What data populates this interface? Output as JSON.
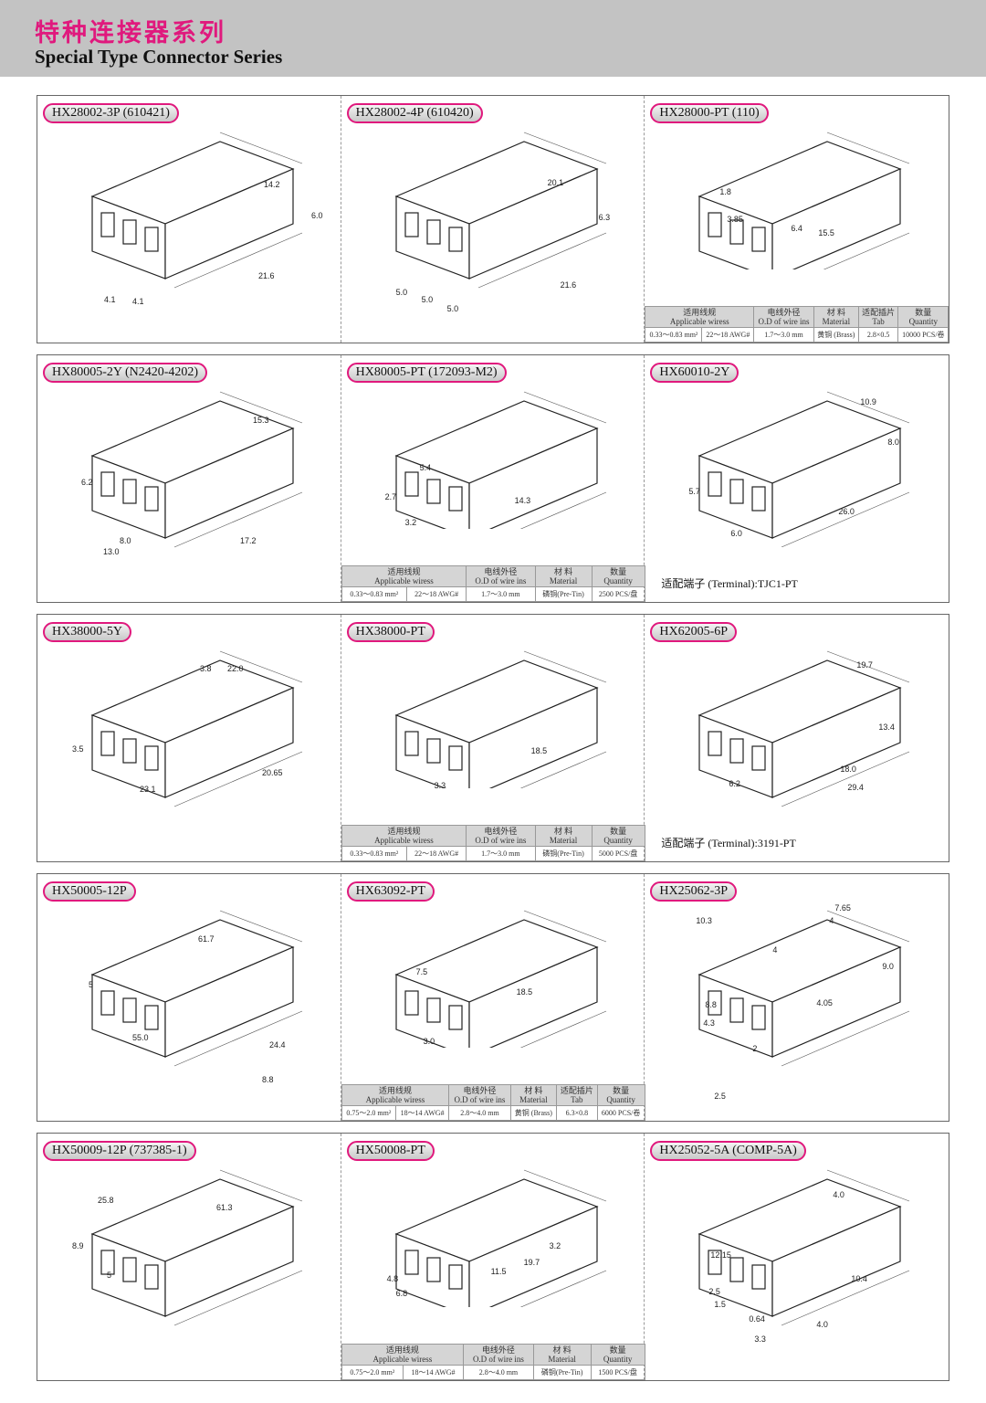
{
  "header": {
    "title_cn": "特种连接器系列",
    "title_en": "Special Type Connector Series"
  },
  "table_headers": {
    "wires_cn": "适用线规",
    "wires_en": "Applicable wiress",
    "od_cn": "电线外径",
    "od_en": "O.D of wire ins",
    "mat_cn": "材 料",
    "mat_en": "Material",
    "tab_cn": "适配插片",
    "tab_en": "Tab",
    "qty_cn": "数量",
    "qty_en": "Quantity"
  },
  "cells": [
    {
      "label": "HX28002-3P (610421)",
      "dims": [
        "14.2",
        "6.0",
        "21.6",
        "4.1",
        "4.1"
      ]
    },
    {
      "label": "HX28002-4P (610420)",
      "dims": [
        "20.1",
        "6.3",
        "21.6",
        "5.0",
        "5.0",
        "5.0"
      ]
    },
    {
      "label": "HX28000-PT (110)",
      "dims": [
        "1.8",
        "3.85",
        "6.4",
        "15.5"
      ],
      "table": {
        "mm": "0.33～0.83 mm²",
        "awg": "22～18 AWG#",
        "od": "1.7～3.0 mm",
        "mat": "黄铜 (Brass)",
        "tab": "2.8×0.5",
        "qty": "10000 PCS/卷"
      }
    },
    {
      "label": "HX80005-2Y (N2420-4202)",
      "dims": [
        "15.3",
        "6.2",
        "8.0",
        "13.0",
        "17.2"
      ]
    },
    {
      "label": "HX80005-PT (172093-M2)",
      "dims": [
        "5.4",
        "2.7",
        "3.2",
        "14.3"
      ],
      "table": {
        "mm": "0.33～0.83 mm²",
        "awg": "22～18 AWG#",
        "od": "1.7～3.0 mm",
        "mat": "磷铜(Pre-Tin)",
        "qty": "2500 PCS/盘"
      }
    },
    {
      "label": "HX60010-2Y",
      "dims": [
        "10.9",
        "8.0",
        "5.7",
        "6.0",
        "26.0"
      ],
      "terminal": "适配端子 (Terminal):TJC1-PT"
    },
    {
      "label": "HX38000-5Y",
      "dims": [
        "3.8",
        "22.0",
        "3.5",
        "20.65",
        "23.1"
      ]
    },
    {
      "label": "HX38000-PT",
      "dims": [
        "18.5",
        "3.3"
      ],
      "table": {
        "mm": "0.33～0.83 mm²",
        "awg": "22～18 AWG#",
        "od": "1.7～3.0 mm",
        "mat": "磷铜(Pre-Tin)",
        "qty": "5000 PCS/盘"
      }
    },
    {
      "label": "HX62005-6P",
      "dims": [
        "19.7",
        "13.4",
        "18.0",
        "29.4",
        "6.2"
      ],
      "terminal": "适配端子 (Terminal):3191-PT"
    },
    {
      "label": "HX50005-12P",
      "dims": [
        "61.7",
        "5",
        "55.0",
        "24.4",
        "8.8"
      ]
    },
    {
      "label": "HX63092-PT",
      "dims": [
        "7.5",
        "18.5",
        "3.0"
      ],
      "table": {
        "mm": "0.75～2.0 mm²",
        "awg": "18～14 AWG#",
        "od": "2.8～4.0 mm",
        "mat": "黄铜 (Brass)",
        "tab": "6.3×0.8",
        "qty": "6000 PCS/卷"
      }
    },
    {
      "label": "HX25062-3P",
      "dims": [
        "10.3",
        "7.65",
        "4",
        "4",
        "9.0",
        "8.8",
        "4.05",
        "4.3",
        "2",
        "2.5"
      ]
    },
    {
      "label": "HX50009-12P (737385-1)",
      "dims": [
        "25.8",
        "61.3",
        "8.9",
        "5"
      ]
    },
    {
      "label": "HX50008-PT",
      "dims": [
        "3.2",
        "4.8",
        "11.5",
        "19.7",
        "6.8"
      ],
      "table": {
        "mm": "0.75～2.0 mm²",
        "awg": "18～14 AWG#",
        "od": "2.8～4.0 mm",
        "mat": "磷铜(Pre-Tin)",
        "qty": "1500 PCS/盘"
      }
    },
    {
      "label": "HX25052-5A (COMP-5A)",
      "dims": [
        "12.15",
        "4.0",
        "2.5",
        "1.5",
        "0.64",
        "3.3",
        "10.4",
        "4.0"
      ]
    }
  ]
}
